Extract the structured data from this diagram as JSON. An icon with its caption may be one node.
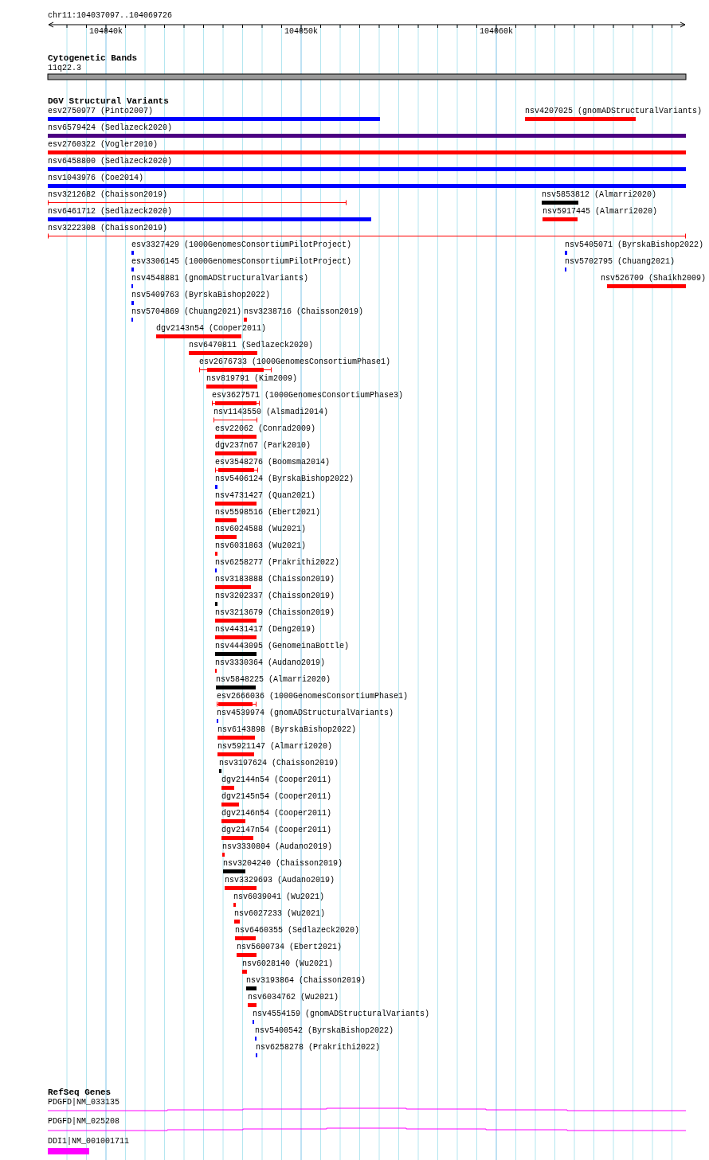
{
  "diagram": {
    "labels": [
      "chr11:104037097..104069726",
      "104040k",
      "104050k",
      "104060k",
      "Cytogenetic Bands",
      "11q22.3",
      "DGV Structural Variants",
      "esv2750977 (Pinto2007)",
      "nsv4207025 (gnomADStructuralVariants)",
      "nsv6579424 (Sedlazeck2020)",
      "esv2760322 (Vogler2010)",
      "nsv6458800 (Sedlazeck2020)",
      "nsv1043976 (Coe2014)",
      "nsv3212682 (Chaisson2019)",
      "nsv5853812 (Almarri2020)",
      "nsv6461712 (Sedlazeck2020)",
      "nsv5917445 (Almarri2020)",
      "nsv3222308 (Chaisson2019)",
      "esv3327429 (1000GenomesConsortiumPilotProject)",
      "nsv5405071 (ByrskaBishop2022)",
      "esv3306145 (1000GenomesConsortiumPilotProject)",
      "nsv5702795 (Chuang2021)",
      "nsv4548881 (gnomADStructuralVariants)",
      "nsv526709 (Shaikh2009)",
      "nsv5409763 (ByrskaBishop2022)",
      "nsv5704869 (Chuang2021)",
      "nsv3238716 (Chaisson2019)",
      "dgv2143n54 (Cooper2011)",
      "nsv6470811 (Sedlazeck2020)",
      "esv2676733 (1000GenomesConsortiumPhase1)",
      "nsv819791 (Kim2009)",
      "esv3627571 (1000GenomesConsortiumPhase3)",
      "nsv1143550 (Alsmadi2014)",
      "esv22062 (Conrad2009)",
      "dgv237n67 (Park2010)",
      "esv3548276 (Boomsma2014)",
      "nsv5406124 (ByrskaBishop2022)",
      "nsv4731427 (Quan2021)",
      "nsv5598516 (Ebert2021)",
      "nsv6024588 (Wu2021)",
      "nsv6031863 (Wu2021)",
      "nsv6258277 (Prakrithi2022)",
      "nsv3183888 (Chaisson2019)",
      "nsv3202337 (Chaisson2019)",
      "nsv3213679 (Chaisson2019)",
      "nsv4431417 (Deng2019)",
      "nsv4443095 (GenomeinaBottle)",
      "nsv3330364 (Audano2019)",
      "nsv5848225 (Almarri2020)",
      "esv2666036 (1000GenomesConsortiumPhase1)",
      "nsv4539974 (gnomADStructuralVariants)",
      "nsv6143898 (ByrskaBishop2022)",
      "nsv5921147 (Almarri2020)",
      "nsv3197624 (Chaisson2019)",
      "dgv2144n54 (Cooper2011)",
      "dgv2145n54 (Cooper2011)",
      "dgv2146n54 (Cooper2011)",
      "dgv2147n54 (Cooper2011)",
      "nsv3330804 (Audano2019)",
      "nsv3204240 (Chaisson2019)",
      "nsv3329693 (Audano2019)",
      "nsv6039041 (Wu2021)",
      "nsv6027233 (Wu2021)",
      "nsv6460355 (Sedlazeck2020)",
      "nsv5600734 (Ebert2021)",
      "nsv6028140 (Wu2021)",
      "nsv3193864 (Chaisson2019)",
      "nsv6034762 (Wu2021)",
      "nsv4554159 (gnomADStructuralVariants)",
      "nsv5400542 (ByrskaBishop2022)",
      "nsv6258278 (Prakrithi2022)",
      "RefSeq Genes",
      "PDGFD|NM_033135",
      "PDGFD|NM_025208",
      "DDI1|NM_001001711"
    ]
  }
}
